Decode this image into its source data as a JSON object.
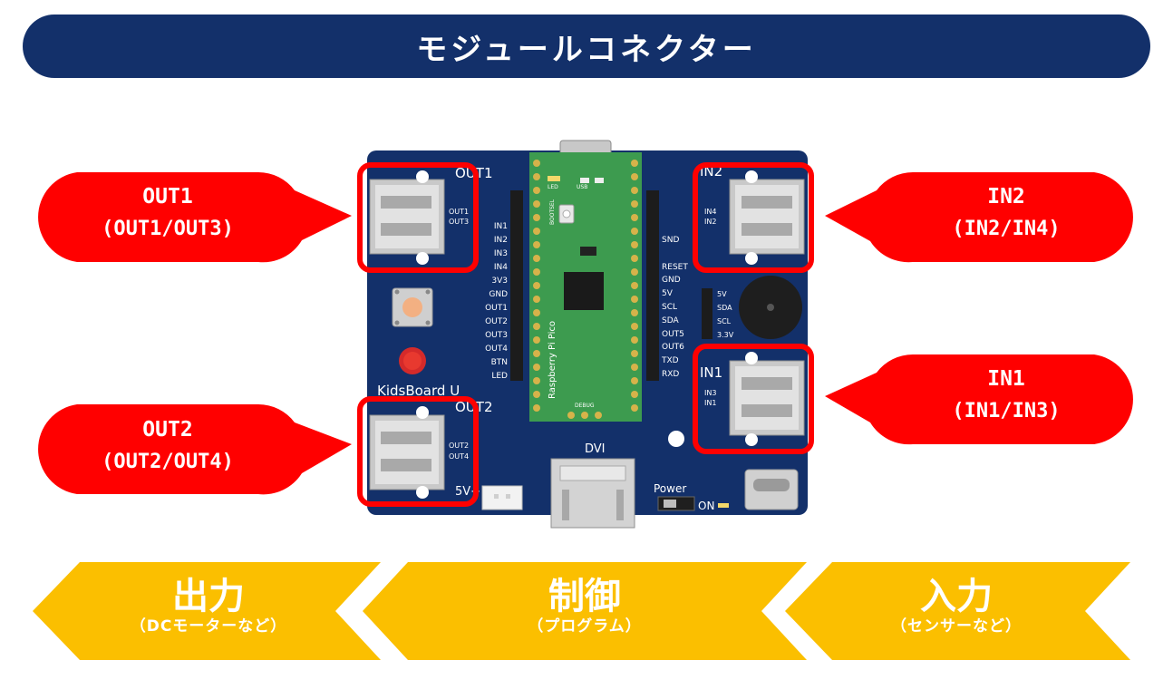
{
  "title": "モジュールコネクター",
  "callouts": {
    "out1": {
      "line1": "OUT1",
      "line2": "(OUT1/OUT3)"
    },
    "out2": {
      "line1": "OUT2",
      "line2": "(OUT2/OUT4)"
    },
    "in2": {
      "line1": "IN2",
      "line2": "(IN2/IN4)"
    },
    "in1": {
      "line1": "IN1",
      "line2": "(IN1/IN3)"
    }
  },
  "board": {
    "name": "KidsBoard U",
    "port_out1": "OUT1",
    "port_out2": "OUT2",
    "port_in1": "IN1",
    "port_in2": "IN2",
    "out1_pins": [
      "OUT1",
      "OUT3"
    ],
    "out2_pins": [
      "OUT2",
      "OUT4"
    ],
    "in2_pins": [
      "IN4",
      "IN2"
    ],
    "in1_pins": [
      "IN3",
      "IN1"
    ],
    "left_header": [
      "IN1",
      "IN2",
      "IN3",
      "IN4",
      "3V3",
      "GND",
      "OUT1",
      "OUT2",
      "OUT3",
      "OUT4",
      "BTN",
      "LED"
    ],
    "right_header": [
      "SND",
      "RESET",
      "GND",
      "5V",
      "SCL",
      "SDA",
      "OUT5",
      "OUT6",
      "TXD",
      "RXD"
    ],
    "i2c_header": [
      "5V",
      "SDA",
      "SCL",
      "3.3V"
    ],
    "pico_label": "Raspberry Pi Pico",
    "bootsel": "BOOTSEL",
    "led": "LED",
    "usb": "USB",
    "debug": "DEBUG",
    "dvi": "DVI",
    "power": "Power",
    "on": "ON",
    "fivev": "5V+"
  },
  "flow": {
    "output": {
      "big": "出力",
      "small": "（DCモーターなど）"
    },
    "control": {
      "big": "制御",
      "small": "（プログラム）"
    },
    "input": {
      "big": "入力",
      "small": "（センサーなど）"
    }
  },
  "colors": {
    "navy": "#13306a",
    "red": "#ff0000",
    "yellow": "#fbbf00",
    "board": "#13306a",
    "pico": "#3d9b4f"
  }
}
